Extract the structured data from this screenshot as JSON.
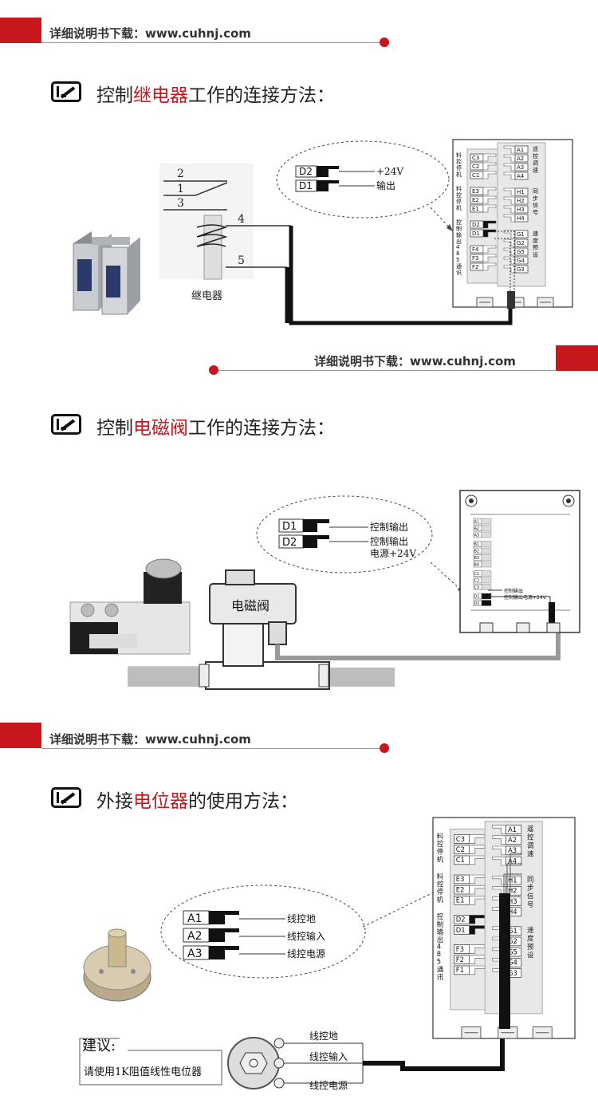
{
  "download_banner": {
    "text": "详细说明书下载：www.cuhnj.com"
  },
  "section1": {
    "heading_prefix": "控制",
    "heading_highlight": "继电器",
    "heading_suffix": "工作的连接方法：",
    "relay_label": "继电器",
    "pin_numbers": [
      "2",
      "1",
      "3",
      "4",
      "5"
    ],
    "bubble": [
      {
        "terminal": "D2",
        "label": "+24V"
      },
      {
        "terminal": "D1",
        "label": "输出"
      }
    ]
  },
  "section2": {
    "heading_prefix": "控制",
    "heading_highlight": "电磁阀",
    "heading_suffix": "工作的连接方法：",
    "valve_label": "电磁阀",
    "bubble": [
      {
        "terminal": "D1",
        "label": "控制输出"
      },
      {
        "terminal": "D2",
        "label": "控制输出"
      }
    ],
    "bubble_extra": "电源+24V",
    "mini_labels": [
      "控制输出",
      "控制输出电源+24V"
    ]
  },
  "section3": {
    "heading_prefix": "外接",
    "heading_highlight": "电位器",
    "heading_suffix": "的使用方法：",
    "bubble": [
      {
        "terminal": "A1",
        "label": "线控地"
      },
      {
        "terminal": "A2",
        "label": "线控输入"
      },
      {
        "terminal": "A3",
        "label": "线控电源"
      }
    ],
    "advice_title": "建议:",
    "advice_text": "请使用1K阻值线性电位器",
    "pot_labels": [
      "线控地",
      "线控输入",
      "线控电源"
    ]
  },
  "controller": {
    "left_groups": [
      {
        "label": "料控停机",
        "terminals": [
          "C3",
          "C2",
          "C1"
        ]
      },
      {
        "label": "料控停机",
        "terminals": [
          "E3",
          "E2",
          "E1"
        ]
      },
      {
        "label": "控制输出",
        "terminals": [
          "D2",
          "D1"
        ]
      },
      {
        "label": "485通讯",
        "terminals": [
          "F4",
          "F3",
          "F2"
        ]
      }
    ],
    "right_groups": [
      {
        "label": "遥控调速",
        "terminals": [
          "A1",
          "A2",
          "A3",
          "A4"
        ]
      },
      {
        "label": "同步信号",
        "terminals": [
          "H1",
          "H2",
          "H3",
          "H4"
        ]
      },
      {
        "label": "速度预设",
        "terminals": [
          "G1",
          "G2",
          "G5",
          "G4",
          "G3"
        ]
      }
    ],
    "left_groups_s3": [
      {
        "label": "料控停机",
        "terminals": [
          "C3",
          "C2",
          "C1"
        ]
      },
      {
        "label": "料控停机",
        "terminals": [
          "E3",
          "E2",
          "E1"
        ]
      },
      {
        "label": "控制输出",
        "terminals": [
          "D2",
          "D1"
        ]
      },
      {
        "label": "485通讯",
        "terminals": [
          "F3",
          "F2",
          "F1"
        ]
      }
    ],
    "mini_terminals": [
      "A1",
      "A2",
      "A3",
      "B1",
      "B2",
      "B3",
      "B4",
      "C1",
      "C2",
      "C3",
      "D1",
      "D2"
    ]
  },
  "colors": {
    "accent": "#c8161d",
    "cable": "#111111",
    "gray_pipe": "#bdbdbd"
  }
}
